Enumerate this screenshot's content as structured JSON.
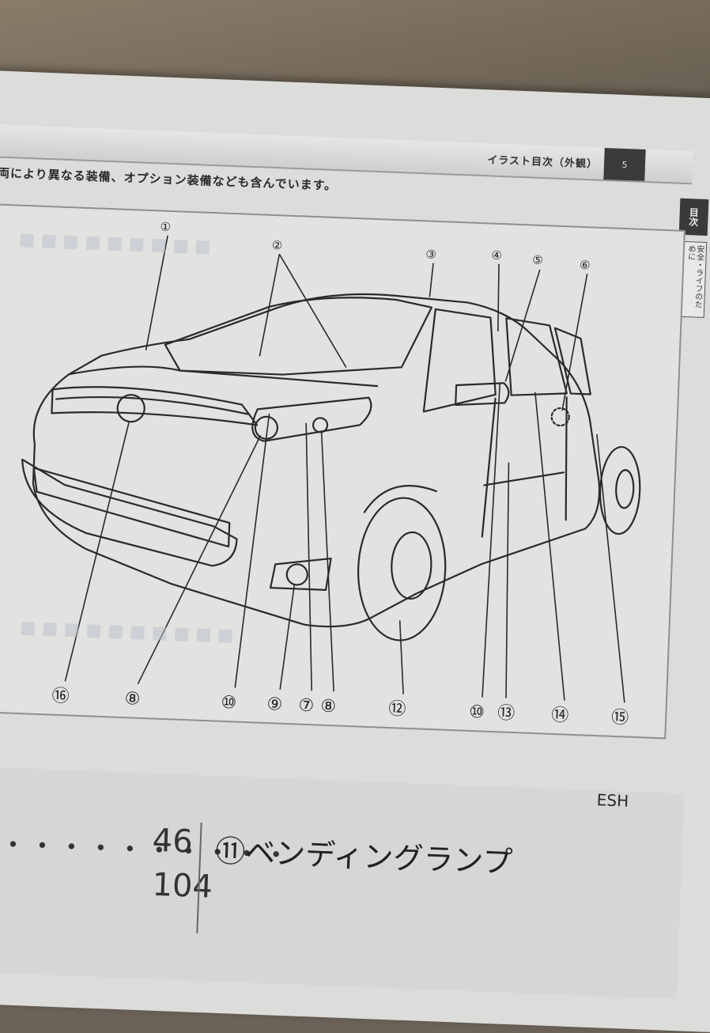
{
  "header": {
    "title": "イラスト目次（外観）",
    "page_number": "5"
  },
  "side_tabs": {
    "main_tab": "目次",
    "sub_tab": "安全・ライフのために"
  },
  "intro_text": "両により異なる装備、オプション装備なども含んでいます。",
  "callouts": {
    "top": [
      "①",
      "②",
      "③",
      "④",
      "⑤",
      "⑥"
    ],
    "bottom": [
      "⑯",
      "⑧",
      "⑩",
      "⑨",
      "⑦",
      "⑧",
      "⑫",
      "⑩",
      "⑬",
      "⑭",
      "⑮"
    ]
  },
  "footer": {
    "corner_code": "ESH",
    "toc_dots": "・・・・・・・・・・・",
    "toc_page_1": "46",
    "toc_page_2": "104",
    "toc_item_11": "⑪ベンディングランプ"
  },
  "colors": {
    "page": "#dcdcda",
    "illustration_bg": "#e2e2e0",
    "line_art": "#2a2a2a",
    "tab_dark": "#3a3a3a"
  }
}
